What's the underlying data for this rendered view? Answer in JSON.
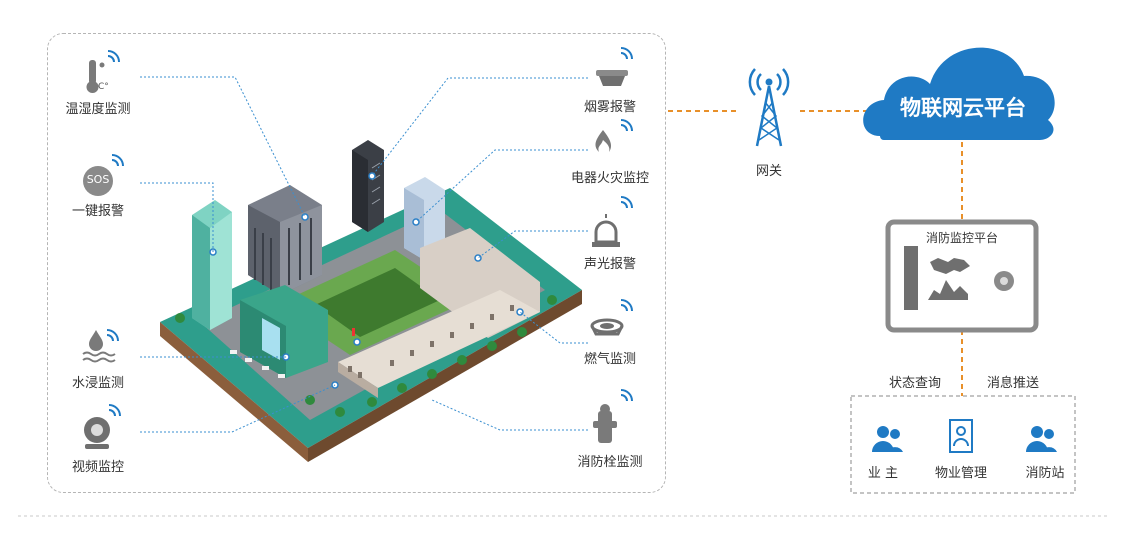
{
  "sensors_left": [
    {
      "label": "温湿度监测",
      "icon": "thermometer-icon"
    },
    {
      "label": "一键报警",
      "icon": "sos-icon"
    },
    {
      "label": "水浸监测",
      "icon": "water-drop-icon"
    },
    {
      "label": "视频监控",
      "icon": "camera-icon"
    }
  ],
  "sensors_right": [
    {
      "label": "烟雾报警",
      "icon": "smoke-detector-icon"
    },
    {
      "label": "电器火灾监控",
      "icon": "fire-icon"
    },
    {
      "label": "声光报警",
      "icon": "siren-icon"
    },
    {
      "label": "燃气监测",
      "icon": "gas-detector-icon"
    },
    {
      "label": "消防栓监测",
      "icon": "hydrant-icon"
    }
  ],
  "thermo_unit": "C°",
  "sos_text": "SOS",
  "gateway_label": "网关",
  "cloud_label": "物联网云平台",
  "monitor_title": "消防监控平台",
  "flow_left": "状态查询",
  "flow_right": "消息推送",
  "roles": [
    {
      "label": "业 主",
      "icon": "owner-icon"
    },
    {
      "label": "物业管理",
      "icon": "property-management-icon"
    },
    {
      "label": "消防站",
      "icon": "fire-station-icon"
    }
  ],
  "colors": {
    "accent": "#1f7ac4",
    "connector": "#e8902a",
    "dotted": "#3a8fd0",
    "frame": "#b5b5b5"
  }
}
